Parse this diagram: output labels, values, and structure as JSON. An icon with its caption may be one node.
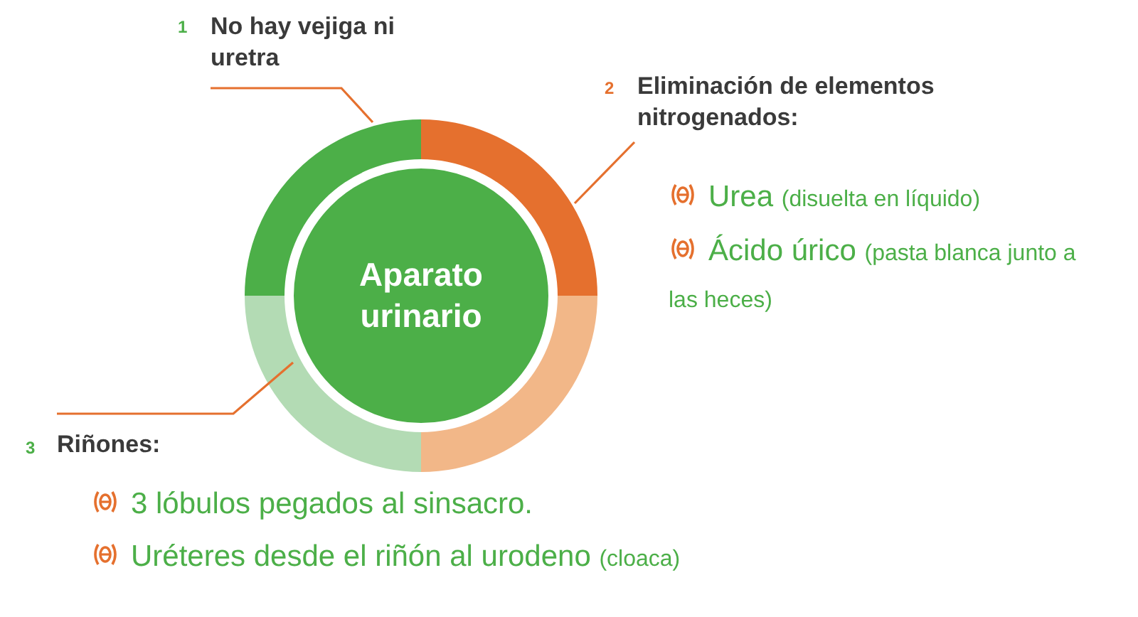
{
  "diagram": {
    "nodes": [
      {
        "text": [
          "Aparato urinario"
        ]
      },
      {
        "text": [],
        "shape": "segment"
      },
      {
        "text": [],
        "shape": "segment"
      },
      {
        "text": [],
        "shape": "segment"
      },
      {
        "text": [],
        "shape": "segment"
      },
      {
        "text": [
          "No hay vejiga ni uretra"
        ],
        "beside": [
          "1"
        ]
      },
      {
        "text": [
          "Eliminación de elementos nitrogenados:"
        ],
        "beside": [
          "2"
        ]
      },
      {
        "text": [
          "Riñones:"
        ],
        "beside": [
          "3"
        ]
      }
    ],
    "edges": [
      {
        "from": 5,
        "to": 1,
        "arrow": "none"
      },
      {
        "from": 6,
        "to": 2,
        "arrow": "none",
        "color": "#e5702e"
      },
      {
        "from": 7,
        "to": 4,
        "arrow": "none",
        "color": "#e5702e"
      }
    ],
    "labels": [
      "Urea",
      "(disuelta en líquido)",
      "Ácido úrico",
      "(pasta blanca junto a las heces)",
      "3 lóbulos pegados al sinsacro.",
      "Uréteres desde el riñón al urodeno",
      "(cloaca)"
    ]
  }
}
